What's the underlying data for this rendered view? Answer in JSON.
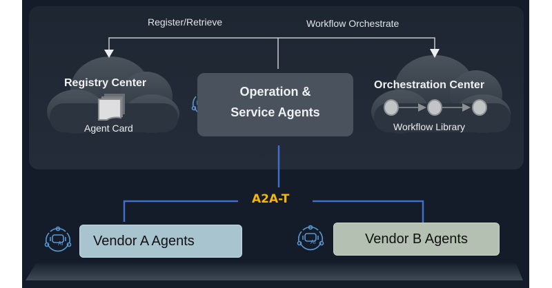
{
  "diagram": {
    "connectors": {
      "register_retrieve": "Register/Retrieve",
      "workflow_orchestrate": "Workflow Orchestrate",
      "protocol": "A2A-T"
    },
    "registry_center": {
      "title": "Registry Center",
      "icon": "card-stack-icon",
      "subtitle": "Agent Card"
    },
    "operation_agents": {
      "line1": "Operation &",
      "line2": "Service Agents",
      "icon": "ai-robot-icon"
    },
    "orchestration_center": {
      "title": "Orchestration Center",
      "icon": "workflow-nodes-icon",
      "subtitle": "Workflow Library"
    },
    "vendors": [
      {
        "label": "Vendor A Agents",
        "icon": "ai-robot-icon",
        "color": "#a7c4cf"
      },
      {
        "label": "Vendor B Agents",
        "icon": "ai-robot-icon",
        "color": "#b4c0b2"
      }
    ],
    "colors": {
      "background": "#131c28",
      "panel": "#202833",
      "accent_protocol": "#f4b800",
      "protocol_line": "#3f6fc9",
      "arrow_line": "#c9ccd0"
    }
  }
}
